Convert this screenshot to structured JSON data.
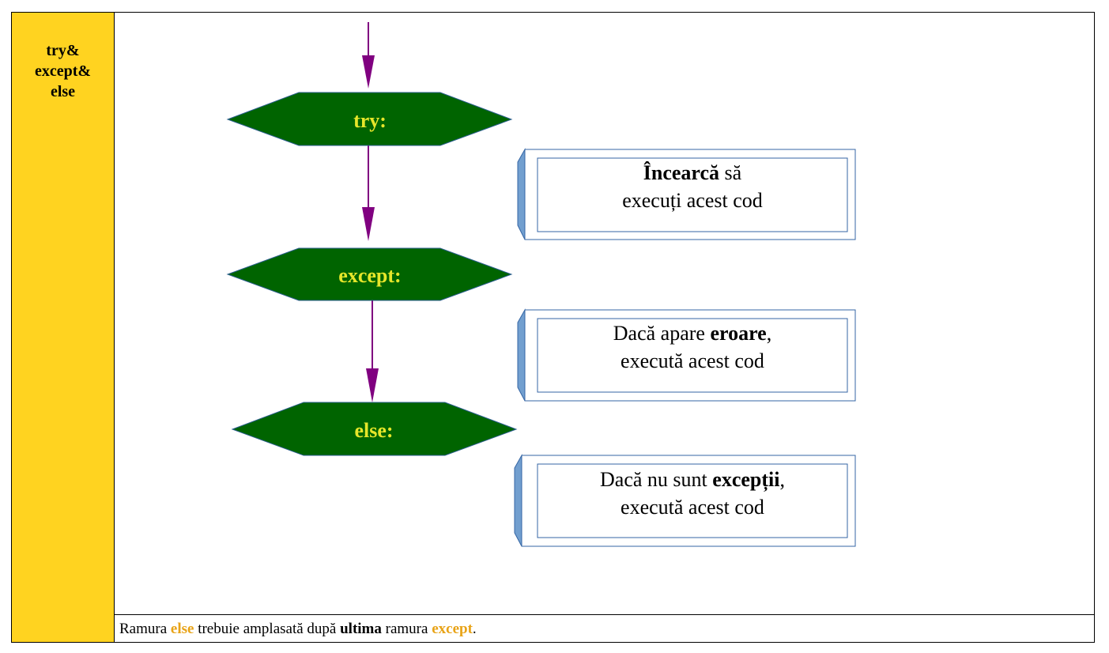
{
  "sidebar": {
    "title": "try&\nexcept&\nelse"
  },
  "blocks": [
    {
      "label": "try:"
    },
    {
      "label": "except:"
    },
    {
      "label": "else:"
    }
  ],
  "notes": [
    {
      "line1_bold": "Încearcă",
      "line1_rest": " să",
      "line2": "execuți acest cod"
    },
    {
      "line1_pre": "Dacă apare ",
      "line1_bold": "eroare",
      "line1_post": ",",
      "line2": "execută acest cod"
    },
    {
      "line1_pre": "Dacă nu sunt ",
      "line1_bold": "excepții",
      "line1_post": ",",
      "line2": "execută acest cod"
    }
  ],
  "footer": {
    "p1": "Ramura ",
    "k1": "else",
    "p2": " trebuie amplasată după ",
    "b1": "ultima",
    "p3": " ramura ",
    "k2": "except",
    "p4": "."
  },
  "colors": {
    "hexagon_fill": "#006400",
    "hexagon_text": "#e6e62a",
    "arrow": "#800080",
    "sidebar": "#ffd320",
    "note_tab": "#729fcf",
    "note_border": "#3465a4",
    "keyword": "#e8a317"
  }
}
